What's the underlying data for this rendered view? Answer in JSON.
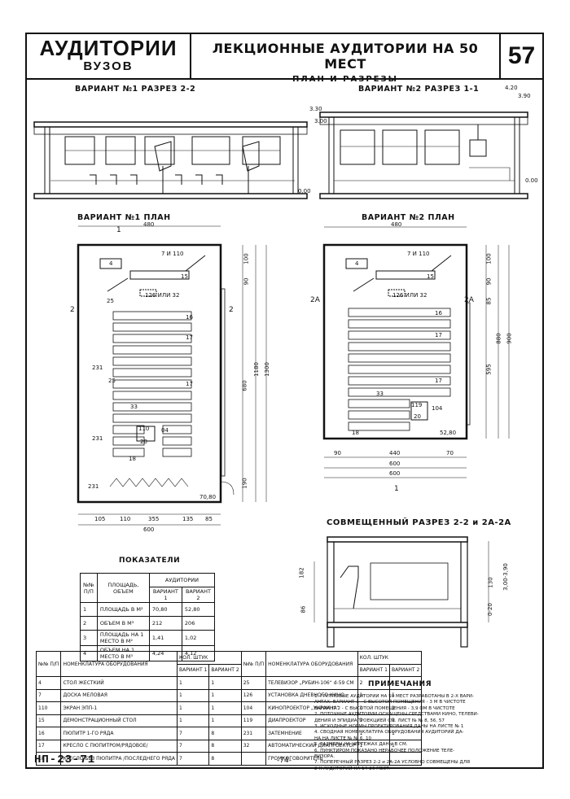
{
  "header": {
    "left_title": "АУДИТОРИИ",
    "left_subtitle": "ВУЗОВ",
    "center_title": "ЛЕКЦИОННЫЕ АУДИТОРИИ НА 50 МЕСТ",
    "center_subtitle": "ПЛАН И РАЗРЕЗЫ",
    "sheet_number": "57"
  },
  "labels": {
    "var1_section": "ВАРИАНТ №1   РАЗРЕЗ 2-2",
    "var2_section": "ВАРИАНТ №2   РАЗРЕЗ 1-1",
    "var1_plan": "ВАРИАНТ №1       ПЛАН",
    "var2_plan": "ВАРИАНТ №2    ПЛАН",
    "combined_section": "СОВМЕЩЕННЫЙ  РАЗРЕЗ  2-2 и 2А-2А"
  },
  "dims": {
    "d420": "4.20",
    "d390": "3.90",
    "d330": "3.30",
    "d300": "3.00",
    "d000a": "0.00",
    "d000b": "0.00",
    "v1_480": "480",
    "v1_705": "7 И 110",
    "v1_4": "4",
    "v1_15": "15",
    "v1_126": "126 ИЛИ 32",
    "v1_25a": "25",
    "v1_25b": "25",
    "v1_16": "16",
    "v1_17a": "17",
    "v1_17b": "17",
    "v1_231a": "231",
    "v1_231b": "231",
    "v1_231c": "231",
    "v1_33": "33",
    "v1_110": "110",
    "v1_20": "20",
    "v1_04": "04",
    "v1_18": "18",
    "v1_7080": "70,80",
    "v1_100": "100",
    "v1_90": "90",
    "v1_680": "680",
    "v1_190": "190",
    "v1_1180": "1180",
    "v1_1300": "1300",
    "v1_b105": "105",
    "v1_b110": "110",
    "v1_b355": "355",
    "v1_b135": "135",
    "v1_b85": "85",
    "v1_b600": "600",
    "v2_480": "480",
    "v2_705": "7 И 110",
    "v2_4": "4",
    "v2_15": "15",
    "v2_126": "126 ИЛИ 32",
    "v2_16": "16",
    "v2_17a": "17",
    "v2_17b": "17",
    "v2_33": "33",
    "v2_119": "119",
    "v2_20": "20",
    "v2_104": "104",
    "v2_18": "18",
    "v2_5280": "52,80",
    "v2_100": "100",
    "v2_90": "90",
    "v2_85": "85",
    "v2_595": "595",
    "v2_880": "880",
    "v2_900": "900",
    "v2_b90": "90",
    "v2_b440": "440",
    "v2_b70": "70",
    "v2_b600a": "600",
    "v2_b600b": "600",
    "cs_182": "182",
    "cs_86": "86",
    "cs_130": "130",
    "cs_020": "0-20",
    "cs_300": "3,00-3,90",
    "sec2": "2",
    "sec2a": "2",
    "sec2A": "2А",
    "sec2Ab": "2А",
    "sec1": "1",
    "sec1b": "1"
  },
  "indicators": {
    "title": "ПОКАЗАТЕЛИ",
    "h_num": "№№ П/П",
    "h_name": "ПЛОЩАДЬ, ОБЪЕМ",
    "h_aud": "АУДИТОРИИ",
    "h_v1": "ВАРИАНТ 1",
    "h_v2": "ВАРИАНТ 2",
    "rows": [
      {
        "n": "1",
        "name": "ПЛОЩАДЬ В М²",
        "v1": "70,80",
        "v2": "52,80"
      },
      {
        "n": "2",
        "name": "ОБЪЕМ В М³",
        "v1": "212",
        "v2": "206"
      },
      {
        "n": "3",
        "name": "ПЛОЩАДЬ НА 1 МЕСТО В М²",
        "v1": "1,41",
        "v2": "1,02"
      },
      {
        "n": "4",
        "name": "ОБЪЕМ НА 1 МЕСТО В М³",
        "v1": "4,24",
        "v2": "4,12"
      }
    ]
  },
  "nomenclature": {
    "h_num": "№№ П/П",
    "h_name": "НОМЕНКЛАТУРА ОБОРУДОВАНИЯ",
    "h_qty": "КОЛ. ШТУК",
    "h_v1": "ВАРИАНТ 1",
    "h_v2": "ВАРИАНТ 2",
    "left": [
      {
        "n": "4",
        "name": "СТОЛ ЖЕСТКИЙ",
        "q1": "1",
        "q2": "1"
      },
      {
        "n": "7",
        "name": "ДОСКА МЕЛОВАЯ",
        "q1": "1",
        "q2": "1"
      },
      {
        "n": "110",
        "name": "ЭКРАН ЭПП-1",
        "q1": "1",
        "q2": "1"
      },
      {
        "n": "15",
        "name": "ДЕМОНСТРАЦИОННЫЙ СТОЛ",
        "q1": "1",
        "q2": "1"
      },
      {
        "n": "16",
        "name": "ПЮПИТР 1-ГО РЯДА",
        "q1": "7",
        "q2": "8"
      },
      {
        "n": "17",
        "name": "КРЕСЛО С ПЮПИТРОМ/РЯДОВОЕ/",
        "q1": "7",
        "q2": "8"
      },
      {
        "n": "18",
        "name": "КРЕСЛО БЕЗ ПЮПИТРА /ПОСЛЕДНЕГО РЯДА",
        "q1": "7",
        "q2": "8"
      }
    ],
    "right": [
      {
        "n": "25",
        "name": "ТЕЛЕВИЗОР „РУБИН-106“ d-59 СМ",
        "q1": "2",
        "q2": "1"
      },
      {
        "n": "126",
        "name": "УСТАНОВКА ДНЕВНОГО КИНО",
        "q1": "1",
        "q2": "1"
      },
      {
        "n": "104",
        "name": "КИНОПРОЕКТОР „УКРАИНА“",
        "q1": "1",
        "q2": "1"
      },
      {
        "n": "119",
        "name": "ДИАПРОЕКТОР",
        "q1": "1",
        "q2": "1"
      },
      {
        "n": "231",
        "name": "ЗАТЕМНЕНИЕ",
        "q1": "1",
        "q2": "1"
      },
      {
        "n": "32",
        "name": "АВТОМАТИЧЕСКИЙ ДИАПРОЕКТОР",
        "q1": "1",
        "q2": "1"
      },
      {
        "n": "",
        "name": "ГРОМКОГОВОРИТЕЛЬ",
        "q1": "",
        "q2": ""
      }
    ]
  },
  "notes": {
    "title": "ПРИМЕЧАНИЯ",
    "lines": [
      "1. ГРУППОВЫЕ АУДИТОРИИ НА 50 МЕСТ РАЗРАБОТАНЫ В 2-Х ВАРИ-",
      "   АНТАХ: ВАРИАНТ 1 - С ВЫСОТОЙ ПОМЕЩЕНИЯ - 3 М В ЧИСТОТЕ",
      "          ВАРИАНТ 2 - С ВЫСОТОЙ ПОМЕЩЕНИЯ - 3,9 ОМ В ЧИСТОТЕ",
      "2. ПОТОЧНЫЕ АУДИТОРИИ ОСНАЩЕНЫ СРЕДСТВАМИ КИНО, ТЕЛЕВИ-",
      "   ДЕНИЯ И ЭПИДИАПРОЕКЦИЕЙ СМ. ЛИСТ № № 8, 56, 57",
      "3. ИСХОДНЫЕ НОРМЫ ПРОЕКТИРОВАНИЯ ДАНЫ НА ЛИСТЕ № 1",
      "4. СВОДНАЯ НОМЕНКЛАТУРА ОБОРУДОВАНИЯ АУДИТОРИЙ ДА-",
      "   НА НА ЛИСТЕ № № 6, 10",
      "5. РАЗМЕРЫ НА ЧЕРТЕЖАХ ДАНЫ В СМ.",
      "6. ПУНКТИРОМ ПОКАЗАНО НЕРАБОЧЕЕ ПОЛОЖЕНИЕ ТЕЛЕ-",
      "   ВИЗОРА.",
      "7. ПОПЕРЕЧНЫЙ РАЗРЕЗ 2-2 и 2А-2А УСЛОВНО СОВМЕЩЕНЫ ДЛЯ",
      "   2-Х АУДИТОРИЙ НА 14-26 МЕСТ."
    ]
  },
  "footer": {
    "code": "НП-23-71",
    "page": "-74-"
  }
}
